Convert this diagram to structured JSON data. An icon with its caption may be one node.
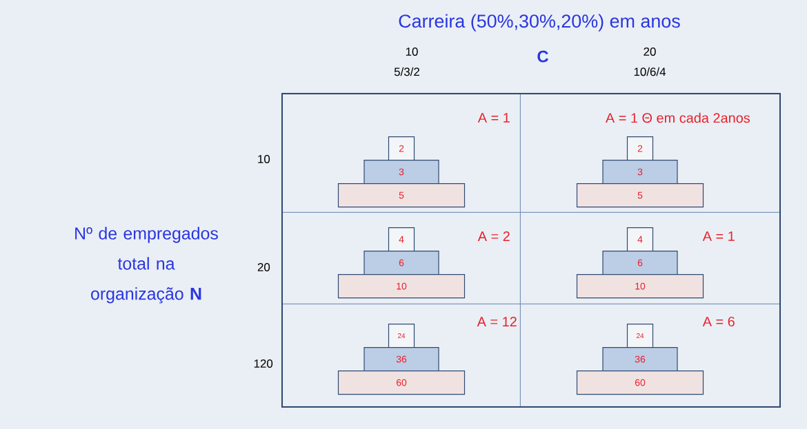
{
  "diagram": {
    "title": "Carreira (50%,30%,20%) em anos",
    "nodes": [
      {
        "text": [],
        "shape": "box"
      },
      {
        "text": [
          "A = 1"
        ],
        "in": 0
      },
      {
        "text": [
          "2"
        ],
        "in": 1
      },
      {
        "text": [
          "3"
        ],
        "in": 1
      },
      {
        "text": [
          "5"
        ],
        "in": 1
      },
      {
        "text": [
          "A = 1 Θ em cada 2anos"
        ],
        "in": 0
      },
      {
        "text": [
          "2"
        ],
        "in": 5
      },
      {
        "text": [
          "3"
        ],
        "in": 5
      },
      {
        "text": [
          "5"
        ],
        "in": 5
      },
      {
        "text": [
          "A = 2"
        ],
        "in": 0
      },
      {
        "text": [
          "4"
        ],
        "in": 9
      },
      {
        "text": [
          "6"
        ],
        "in": 9
      },
      {
        "text": [
          "10"
        ],
        "in": 9
      },
      {
        "text": [
          "A = 1"
        ],
        "in": 0
      },
      {
        "text": [
          "4"
        ],
        "in": 13
      },
      {
        "text": [
          "6"
        ],
        "in": 13
      },
      {
        "text": [
          "10"
        ],
        "in": 13
      },
      {
        "text": [
          "A = 12"
        ],
        "in": 0
      },
      {
        "text": [
          "24"
        ],
        "in": 17
      },
      {
        "text": [
          "36"
        ],
        "in": 17
      },
      {
        "text": [
          "60"
        ],
        "in": 17
      },
      {
        "text": [
          "A = 6"
        ],
        "in": 0
      },
      {
        "text": [
          "24"
        ],
        "in": 21
      },
      {
        "text": [
          "36"
        ],
        "in": 21
      },
      {
        "text": [
          "60"
        ],
        "in": 21
      }
    ],
    "labels": [
      "10",
      "C",
      "20",
      "5/3/2",
      "10/6/4",
      "Nº de empregados total na organização **N**",
      "10",
      "20",
      "120"
    ]
  }
}
